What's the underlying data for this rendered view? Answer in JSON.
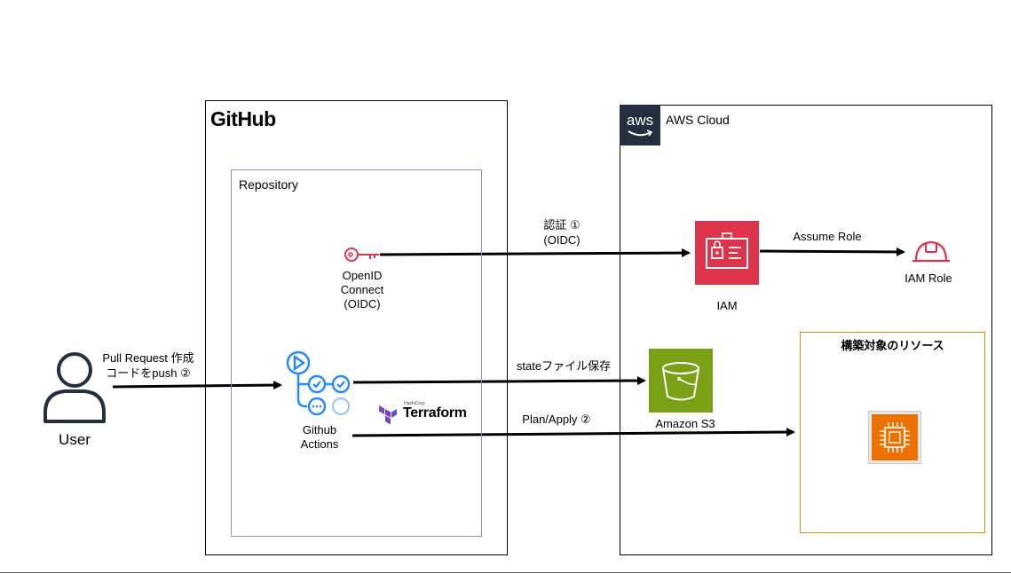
{
  "github": {
    "logo_text": "GitHub",
    "repository_label": "Repository",
    "oidc_label": [
      "OpenID",
      "Connect",
      "(OIDC)"
    ],
    "actions_label": [
      "Github",
      "Actions"
    ],
    "terraform_text": "Terraform",
    "terraform_small_text": "HashiCorp"
  },
  "aws": {
    "logo_text": "aws",
    "cloud_label": "AWS Cloud",
    "iam_label": "IAM",
    "iam_role_label": "IAM Role",
    "s3_label": "Amazon S3",
    "resources_label": "構築対象のリソース"
  },
  "user": {
    "label": "User"
  },
  "edges": {
    "user_to_actions": [
      "Pull Request 作成",
      "コードをpush ②"
    ],
    "oidc_to_iam": [
      "認証 ①",
      "(OIDC)"
    ],
    "iam_to_role": "Assume Role",
    "actions_to_s3": "stateファイル保存",
    "actions_to_resources": "Plan/Apply ②"
  },
  "colors": {
    "iam_red": "#DD344C",
    "s3_green": "#7AA116",
    "compute_orange": "#ED7100",
    "github_actions_blue": "#2188FF",
    "terraform_purple": "#7B42BC",
    "resources_border": "#D4891C",
    "repository_border": "#8B93B3"
  },
  "icons": [
    "user-icon",
    "key-icon",
    "github-actions-icon",
    "terraform-icon",
    "iam-icon",
    "iam-role-icon",
    "s3-bucket-icon",
    "ec2-chip-icon",
    "aws-logo-icon"
  ]
}
